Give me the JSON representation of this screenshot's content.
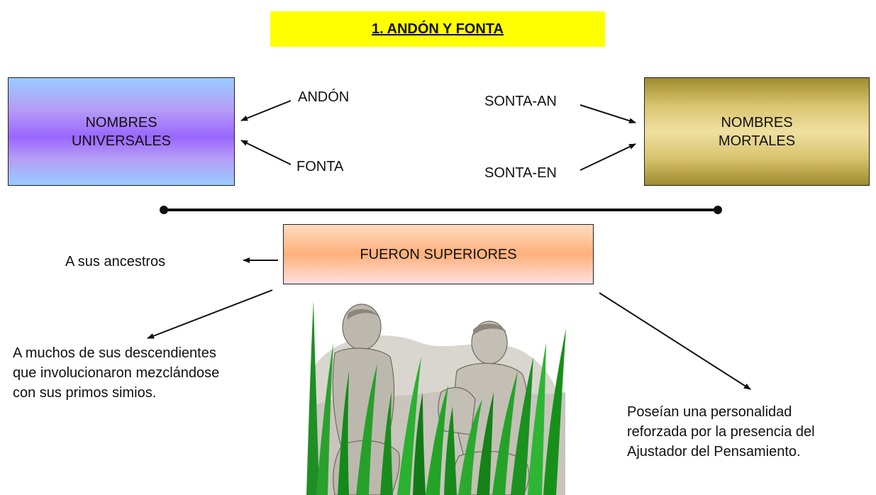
{
  "title": "1. ANDÓN Y FONTA",
  "boxes": {
    "universal": {
      "line1": "NOMBRES",
      "line2": "UNIVERSALES"
    },
    "mortal": {
      "line1": "NOMBRES",
      "line2": "MORTALES"
    },
    "superiores": "FUERON SUPERIORES"
  },
  "labels": {
    "andon": "ANDÓN",
    "fonta": "FONTA",
    "sonta_an": "SONTA-AN",
    "sonta_en": "SONTA-EN",
    "ancestros": "A sus ancestros"
  },
  "descendientes": [
    "A muchos de sus descendientes",
    "que involucionaron mezclándose",
    "con sus primos simios."
  ],
  "personalidad": [
    "Poseían una personalidad",
    "reforzada por la presencia del",
    "Ajustador del Pensamiento."
  ]
}
